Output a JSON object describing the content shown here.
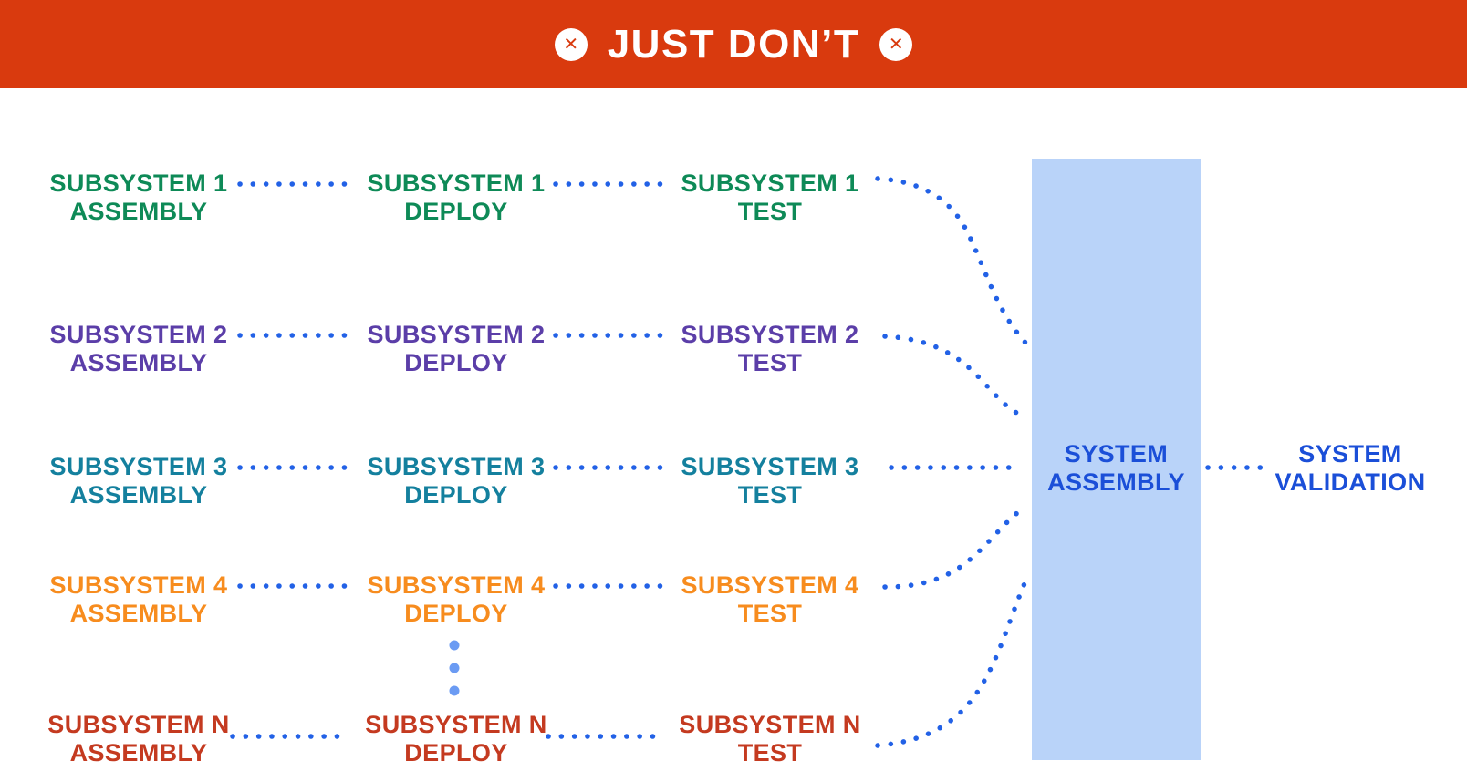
{
  "header": {
    "title": "JUST DON’T",
    "icon": "circle-x-icon",
    "bg_color": "#D93A0E",
    "icon_x_glyph": "✕"
  },
  "stage_labels": [
    "ASSEMBLY",
    "DEPLOY",
    "TEST"
  ],
  "rows": [
    {
      "name": "SUBSYSTEM 1",
      "color": "#0E8A57"
    },
    {
      "name": "SUBSYSTEM 2",
      "color": "#5B3EA8"
    },
    {
      "name": "SUBSYSTEM 3",
      "color": "#14809E"
    },
    {
      "name": "SUBSYSTEM 4",
      "color": "#F78C1E"
    },
    {
      "name": "SUBSYSTEM N",
      "color": "#C43A20"
    }
  ],
  "system_assembly": {
    "line1": "SYSTEM",
    "line2": "ASSEMBLY",
    "box_color": "#B9D3F9",
    "text_color": "#1B4FD8"
  },
  "system_validation": {
    "line1": "SYSTEM",
    "line2": "VALIDATION",
    "text_color": "#1B4FD8"
  },
  "connector": {
    "dot_color": "#2261E6",
    "ellipsis_dot_color": "#6B9BF3"
  }
}
